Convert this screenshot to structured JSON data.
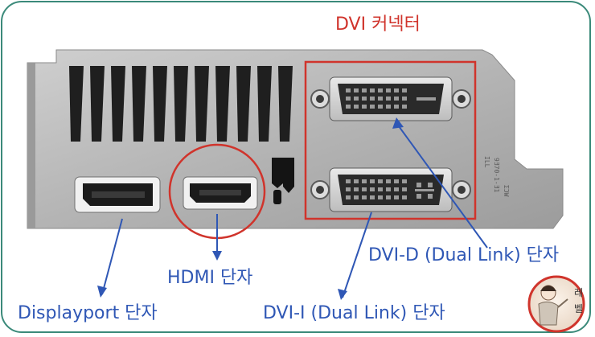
{
  "labels": {
    "dvi_connector": "DVI 커넥터",
    "hdmi": "HDMI 단자",
    "displayport": "Displayport 단자",
    "dvi_d": "DVI-D (Dual Link) 단자",
    "dvi_i": "DVI-I (Dual Link) 단자"
  },
  "seal": {
    "char_1": "레",
    "char_2": "벨"
  },
  "etching": {
    "line_1": "ILL",
    "line_2": "9Ǝ70-1-Ǝ1",
    "line_3": "ΣƆW"
  },
  "colors": {
    "frame": "#3b8a7a",
    "highlight_red": "#d0342c",
    "annotation_blue": "#2f57b5",
    "bracket_metal": "#b9b9b9"
  }
}
